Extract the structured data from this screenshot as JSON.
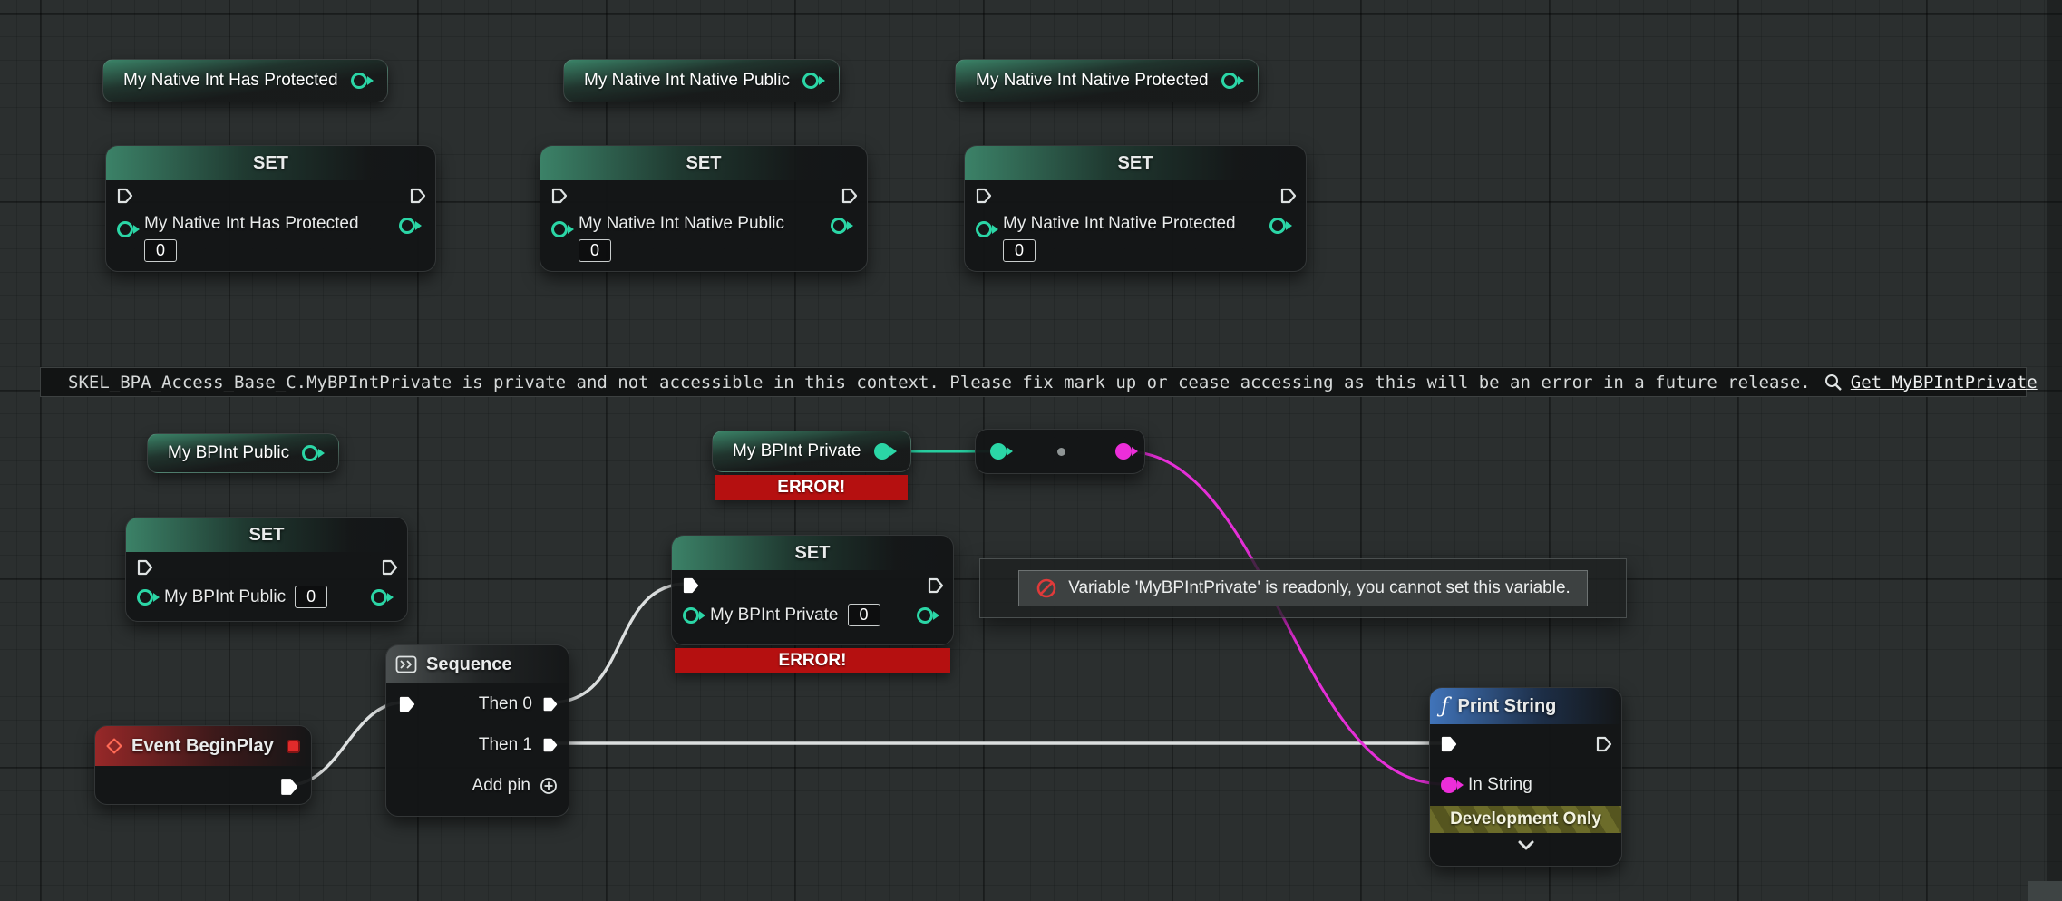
{
  "warning_bar": {
    "message": "SKEL_BPA_Access_Base_C.MyBPIntPrivate is private and not accessible in this context. Please fix mark up or cease accessing as this will be an error in a future release.",
    "link_label": "Get MyBPIntPrivate"
  },
  "getters": [
    {
      "label": "My Native Int Has Protected"
    },
    {
      "label": "My Native Int Native Public"
    },
    {
      "label": "My Native Int Native Protected"
    },
    {
      "label": "My BPInt Public"
    },
    {
      "label": "My BPInt Private",
      "error": "ERROR!"
    }
  ],
  "setters": [
    {
      "title": "SET",
      "label": "My Native Int Has Protected",
      "value": "0"
    },
    {
      "title": "SET",
      "label": "My Native Int Native Public",
      "value": "0"
    },
    {
      "title": "SET",
      "label": "My Native Int Native Protected",
      "value": "0"
    },
    {
      "title": "SET",
      "label": "My BPInt Public",
      "value": "0"
    },
    {
      "title": "SET",
      "label": "My BPInt Private",
      "value": "0",
      "error": "ERROR!"
    }
  ],
  "event_node": {
    "title": "Event BeginPlay"
  },
  "sequence_node": {
    "title": "Sequence",
    "pins": [
      {
        "label": "Then 0"
      },
      {
        "label": "Then 1"
      },
      {
        "label": "Add pin"
      }
    ]
  },
  "print_node": {
    "title": "Print String",
    "input_label": "In String",
    "banner": "Development Only"
  },
  "readonly_tooltip": {
    "message": "Variable 'MyBPIntPrivate' is readonly, you cannot set this variable."
  },
  "colors": {
    "accent_green": "#2bd6a6",
    "wire_exec": "#dcdfdf",
    "wire_green": "#27cfa0",
    "wire_magenta": "#e52fd7",
    "error_red": "#b51010",
    "event_red": "#bc2d2d",
    "function_blue": "#4884d6"
  }
}
